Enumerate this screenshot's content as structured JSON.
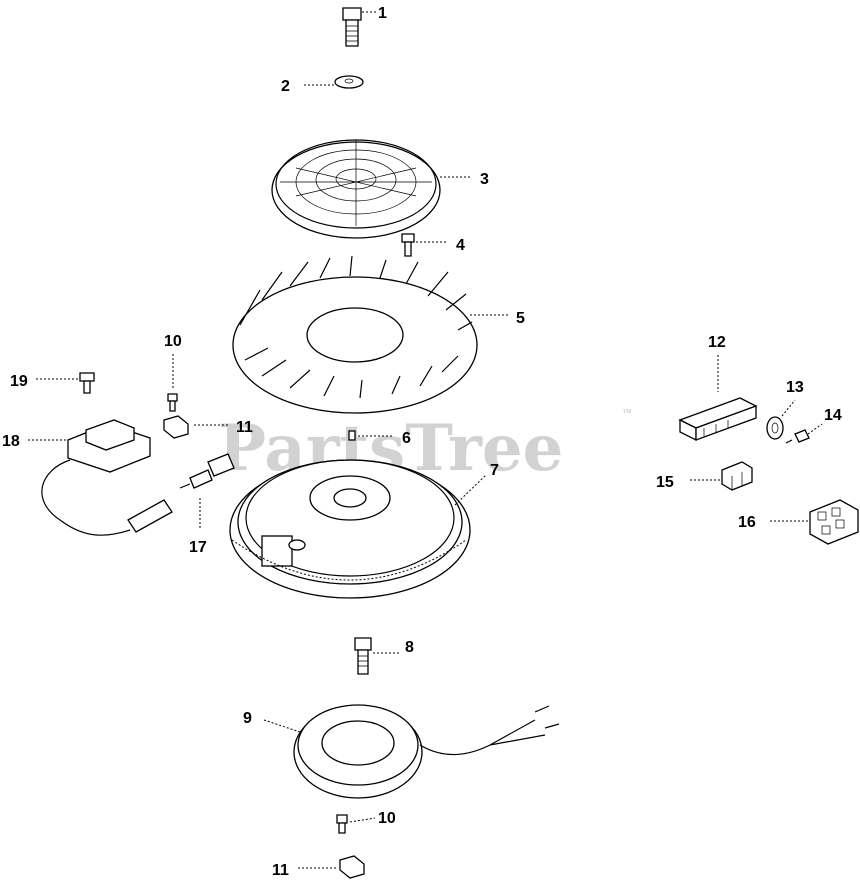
{
  "watermark": {
    "text": "PartsTree",
    "mark": "™"
  },
  "callouts": [
    "1",
    "2",
    "3",
    "4",
    "5",
    "6",
    "7",
    "8",
    "9",
    "10",
    "11",
    "12",
    "13",
    "14",
    "15",
    "16",
    "17",
    "18",
    "19",
    "10",
    "11"
  ]
}
